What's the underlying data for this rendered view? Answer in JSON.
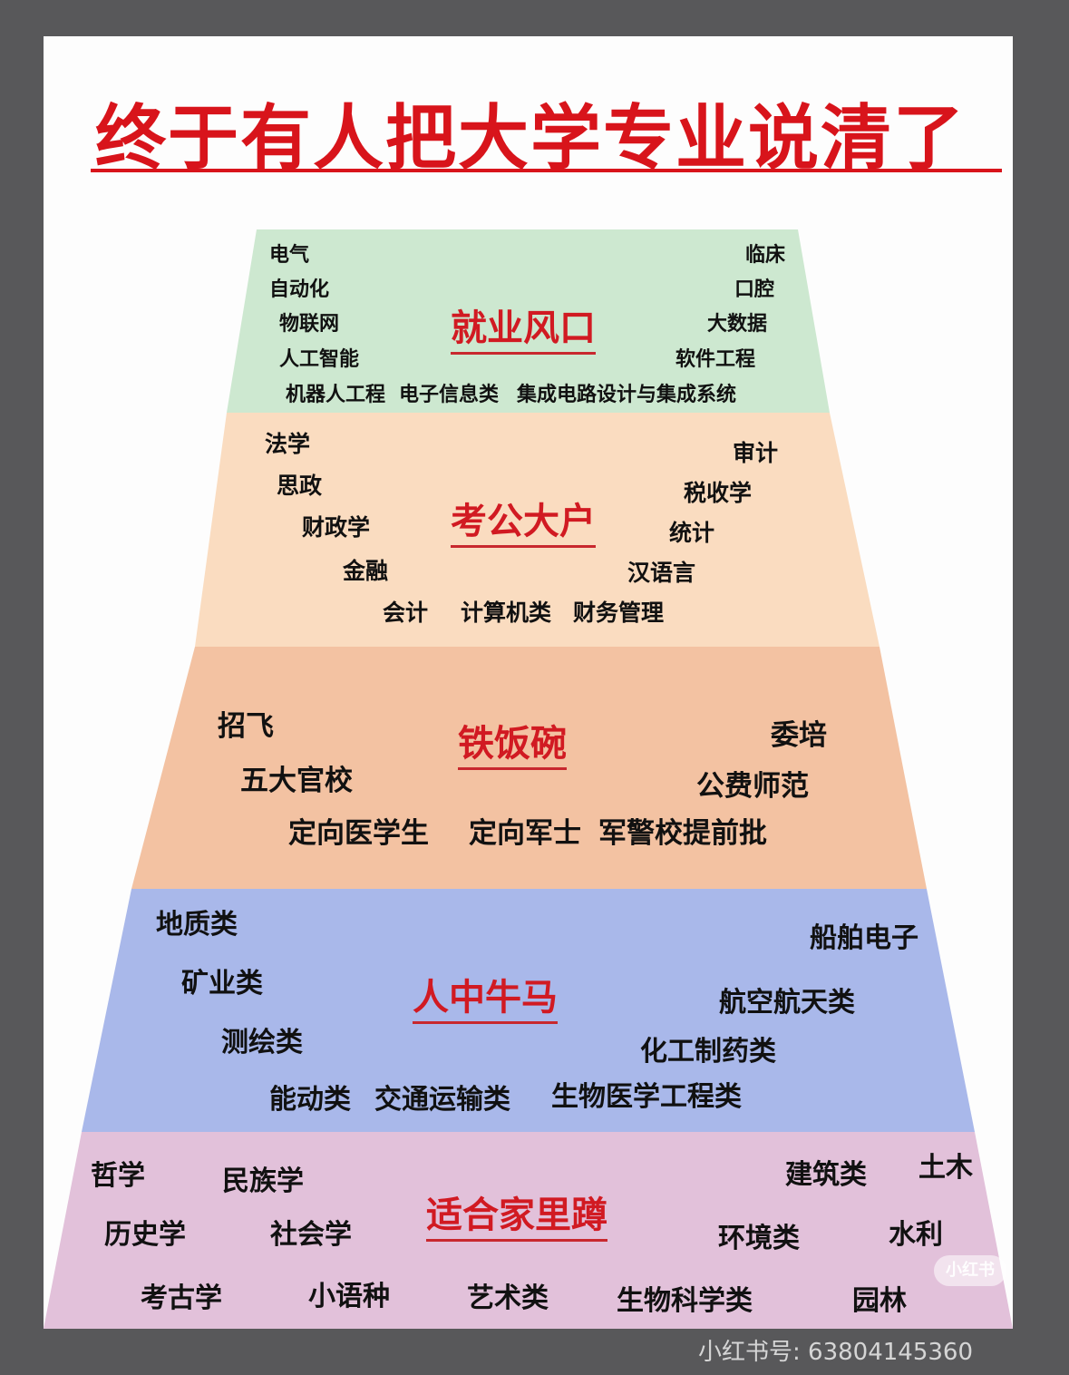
{
  "title": "终于有人把大学专业说清了",
  "colors": {
    "title": "#d8141b",
    "tier1": "#cde8d0",
    "tier2": "#fadcc0",
    "tier3": "#f3c2a2",
    "tier4": "#a9b8ea",
    "tier5": "#e2c1da"
  },
  "tiers": [
    {
      "heading": "就业风口",
      "items": [
        "电气",
        "自动化",
        "物联网",
        "人工智能",
        "机器人工程",
        "电子信息类",
        "集成电路设计与集成系统",
        "临床",
        "口腔",
        "大数据",
        "软件工程"
      ]
    },
    {
      "heading": "考公大户",
      "items": [
        "法学",
        "思政",
        "财政学",
        "金融",
        "会计",
        "计算机类",
        "财务管理",
        "审计",
        "税收学",
        "统计",
        "汉语言"
      ]
    },
    {
      "heading": "铁饭碗",
      "items": [
        "招飞",
        "五大官校",
        "定向医学生",
        "定向军士",
        "军警校提前批",
        "委培",
        "公费师范"
      ]
    },
    {
      "heading": "人中牛马",
      "items": [
        "地质类",
        "矿业类",
        "测绘类",
        "能动类",
        "交通运输类",
        "生物医学工程类",
        "船舶电子",
        "航空航天类",
        "化工制药类"
      ]
    },
    {
      "heading": "适合家里蹲",
      "items": [
        "哲学",
        "民族学",
        "历史学",
        "社会学",
        "考古学",
        "小语种",
        "艺术类",
        "生物科学类",
        "建筑类",
        "土木",
        "环境类",
        "水利",
        "园林"
      ]
    }
  ],
  "watermark": {
    "logo": "小红书",
    "text": "小红书号: 63804145360"
  }
}
